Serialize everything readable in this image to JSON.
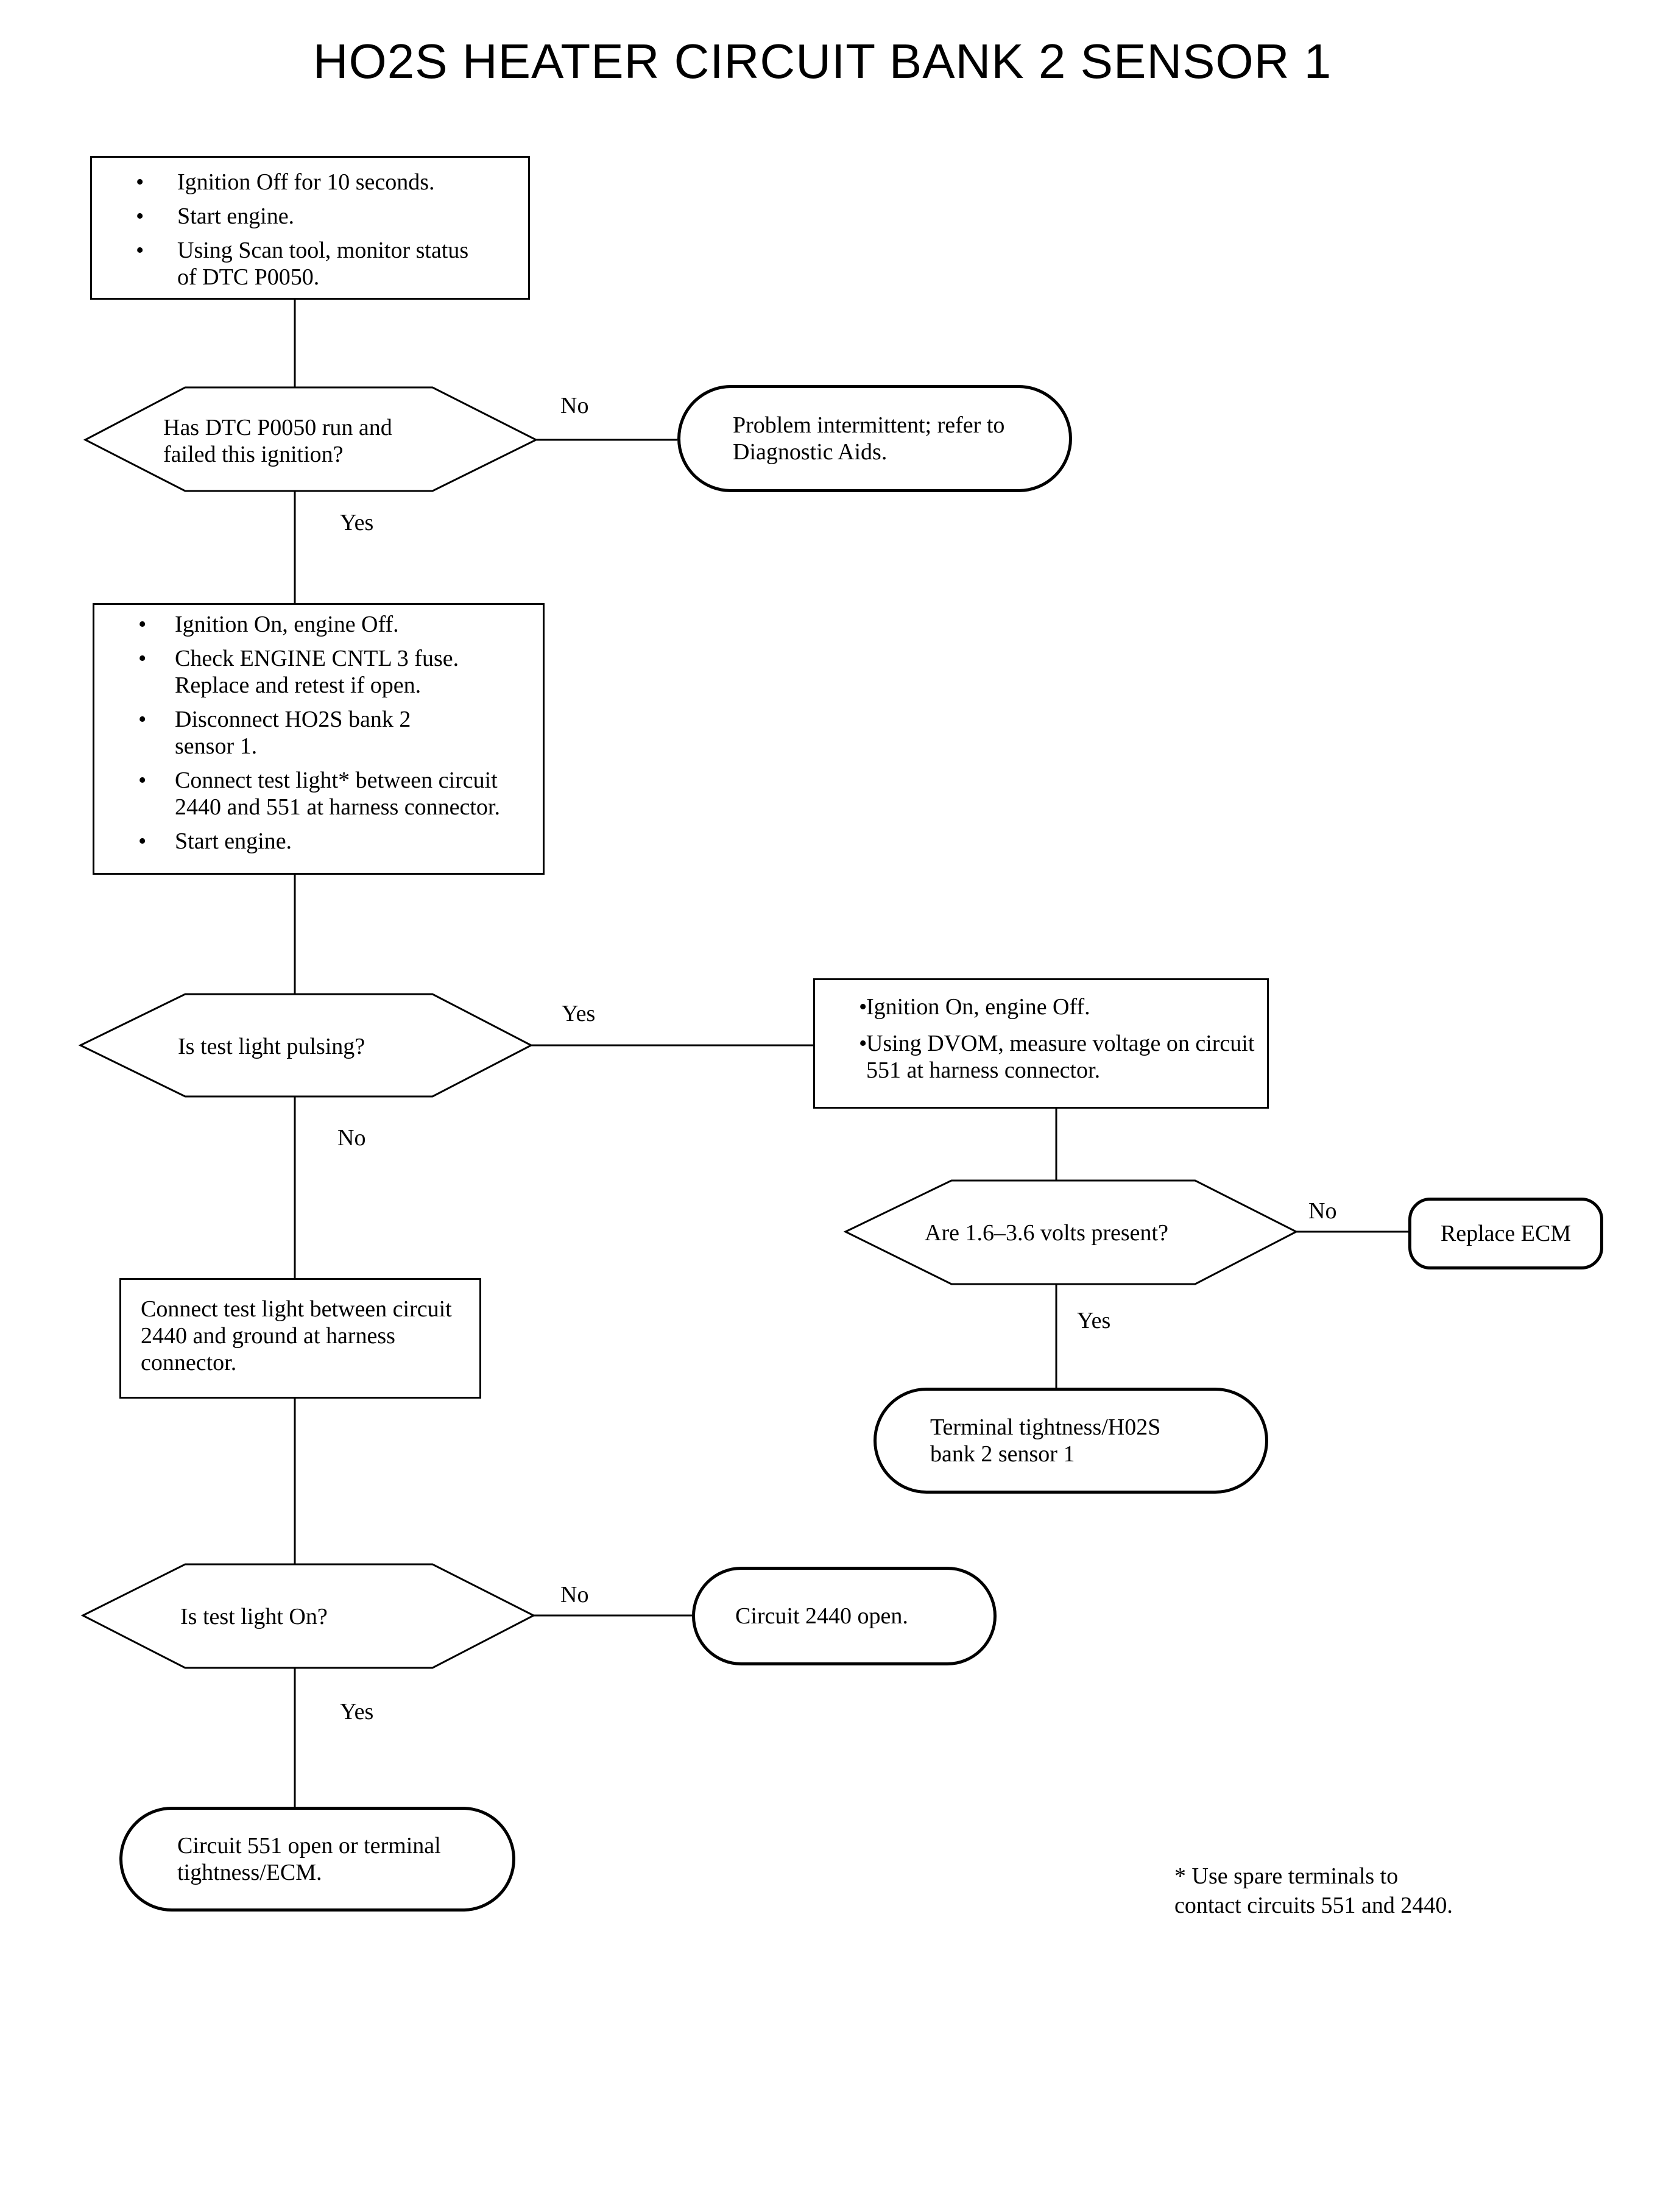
{
  "title": "HO2S HEATER CIRCUIT BANK 2 SENSOR 1",
  "nodes": {
    "step1": {
      "items": [
        "Ignition Off for 10 seconds.",
        "Start engine.",
        "Using Scan tool, monitor status of DTC P0050."
      ]
    },
    "decision1": {
      "text": "Has DTC P0050 run and failed this ignition?"
    },
    "result_intermittent": {
      "text": "Problem intermittent; refer to Diagnostic Aids."
    },
    "step2": {
      "items": [
        "Ignition On, engine Off.",
        "Check ENGINE CNTL 3 fuse. Replace and retest if open.",
        "Disconnect HO2S bank 2 sensor 1.",
        "Connect test light* between circuit 2440 and 551 at harness connector.",
        "Start engine."
      ]
    },
    "decision2": {
      "text": "Is test light pulsing?"
    },
    "step3": {
      "items": [
        "Ignition On, engine Off.",
        "Using DVOM, measure voltage on circuit 551 at harness connector."
      ]
    },
    "decision3": {
      "text": "Are 1.6–3.6 volts present?"
    },
    "result_replace_ecm": {
      "text": "Replace ECM"
    },
    "result_terminal_h02s": {
      "text": "Terminal tightness/H02S bank 2 sensor 1"
    },
    "step4": {
      "text": "Connect test light between circuit 2440 and ground at harness connector."
    },
    "decision4": {
      "text": "Is test light On?"
    },
    "result_circuit_2440": {
      "text": "Circuit 2440 open."
    },
    "result_circuit_551": {
      "text": "Circuit 551 open or terminal tightness/ECM."
    }
  },
  "edge_labels": {
    "d1_no": "No",
    "d1_yes": "Yes",
    "d2_yes": "Yes",
    "d2_no": "No",
    "d3_no": "No",
    "d3_yes": "Yes",
    "d4_no": "No",
    "d4_yes": "Yes"
  },
  "footnote": {
    "line1": "*  Use spare terminals to",
    "line2": "contact circuits 551 and 2440."
  }
}
